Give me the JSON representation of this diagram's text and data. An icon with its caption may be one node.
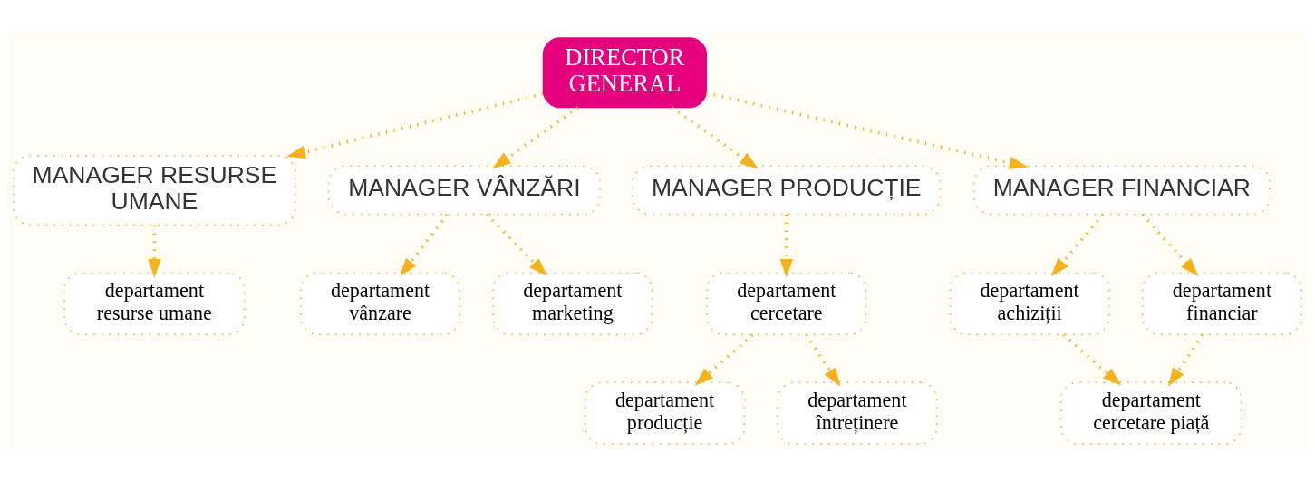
{
  "diagram": {
    "nodes": [
      {
        "text": [
          "DIRECTOR GENERAL"
        ]
      },
      {
        "text": [
          "MANAGER RESURSE UMANE"
        ]
      },
      {
        "text": [
          "MANAGER VÂNZĂRI"
        ]
      },
      {
        "text": [
          "MANAGER PRODUCȚIE"
        ]
      },
      {
        "text": [
          "MANAGER FINANCIAR"
        ]
      },
      {
        "text": [
          "departament resurse umane"
        ]
      },
      {
        "text": [
          "departament vânzare"
        ]
      },
      {
        "text": [
          "departament marketing"
        ]
      },
      {
        "text": [
          "departament cercetare"
        ]
      },
      {
        "text": [
          "departament achiziții"
        ]
      },
      {
        "text": [
          "departament financiar"
        ]
      },
      {
        "text": [
          "departament producție"
        ]
      },
      {
        "text": [
          "departament întreținere"
        ]
      },
      {
        "text": [
          "departament cercetare piață"
        ]
      }
    ],
    "edges": [
      {
        "from": 0,
        "to": 1,
        "arrow": "to"
      },
      {
        "from": 0,
        "to": 2,
        "arrow": "to"
      },
      {
        "from": 0,
        "to": 3,
        "arrow": "to"
      },
      {
        "from": 0,
        "to": 4,
        "arrow": "to"
      },
      {
        "from": 1,
        "to": 5,
        "arrow": "to"
      },
      {
        "from": 2,
        "to": 6,
        "arrow": "to"
      },
      {
        "from": 2,
        "to": 7,
        "arrow": "to"
      },
      {
        "from": 3,
        "to": 8,
        "arrow": "to"
      },
      {
        "from": 4,
        "to": 9,
        "arrow": "to"
      },
      {
        "from": 4,
        "to": 10,
        "arrow": "to"
      },
      {
        "from": 8,
        "to": 11,
        "arrow": "to"
      },
      {
        "from": 8,
        "to": 12,
        "arrow": "to"
      },
      {
        "from": 9,
        "to": 13,
        "arrow": "to"
      },
      {
        "from": 10,
        "to": 13,
        "arrow": "to"
      }
    ]
  }
}
